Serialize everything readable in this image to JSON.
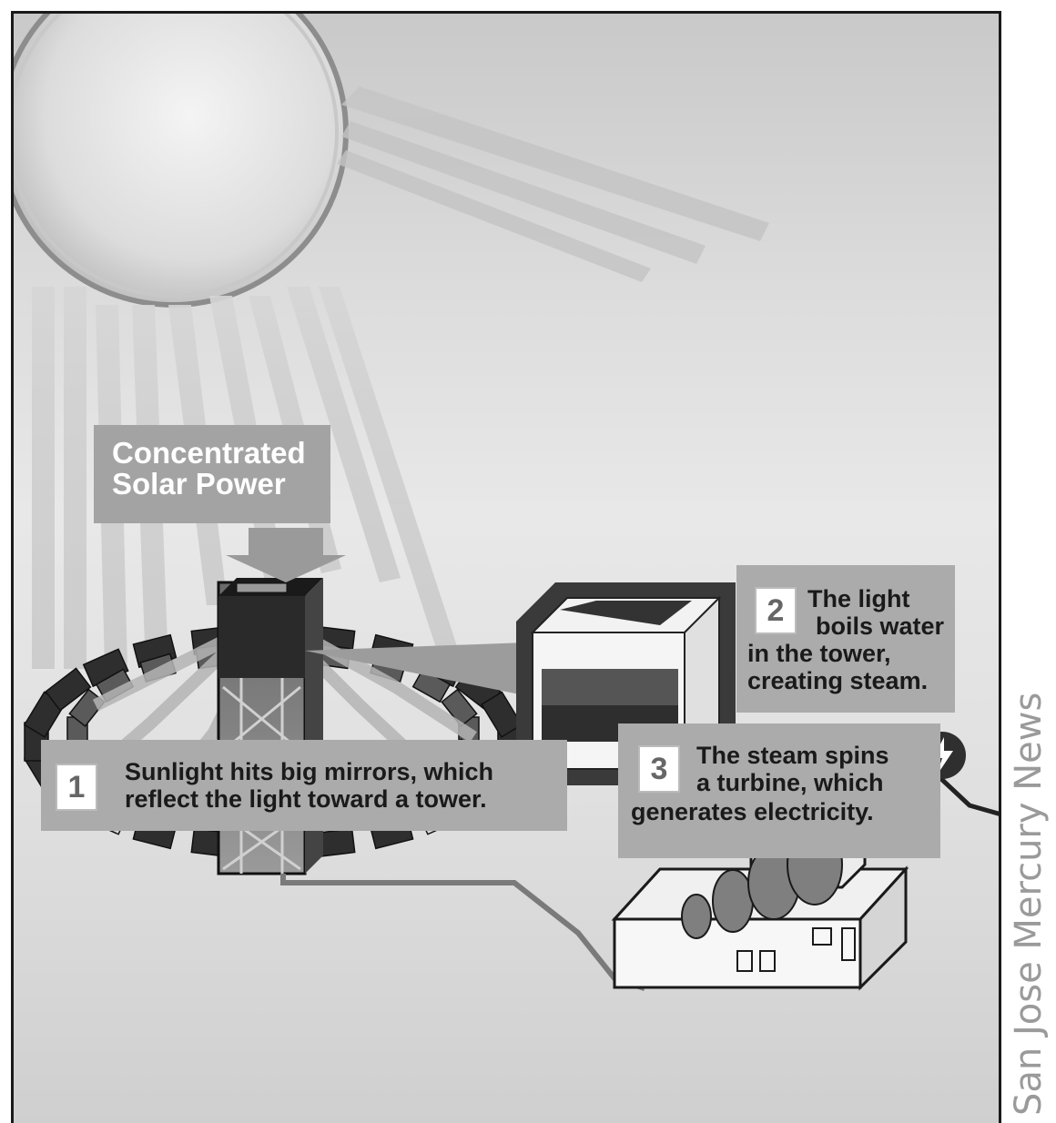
{
  "title": "Concentrated\nSolar Power",
  "title_lines": [
    "Concentrated",
    "Solar Power"
  ],
  "steps": [
    {
      "number": "1",
      "lines": [
        "Sunlight hits big mirrors, which",
        "reflect the light toward a tower."
      ]
    },
    {
      "number": "2",
      "lines": [
        "The light",
        "boils water",
        "in the tower,",
        "creating steam."
      ]
    },
    {
      "number": "3",
      "lines": [
        "The steam spins",
        "a turbine, which",
        "generates electricity."
      ]
    }
  ],
  "credit": "San Jose Mercury News",
  "icons": [
    "sun-icon",
    "lightning-bolt-icon"
  ],
  "colors": {
    "background": "#e0e0e0",
    "label_box": "#a3a3a3",
    "dark": "#2a2a2a"
  }
}
